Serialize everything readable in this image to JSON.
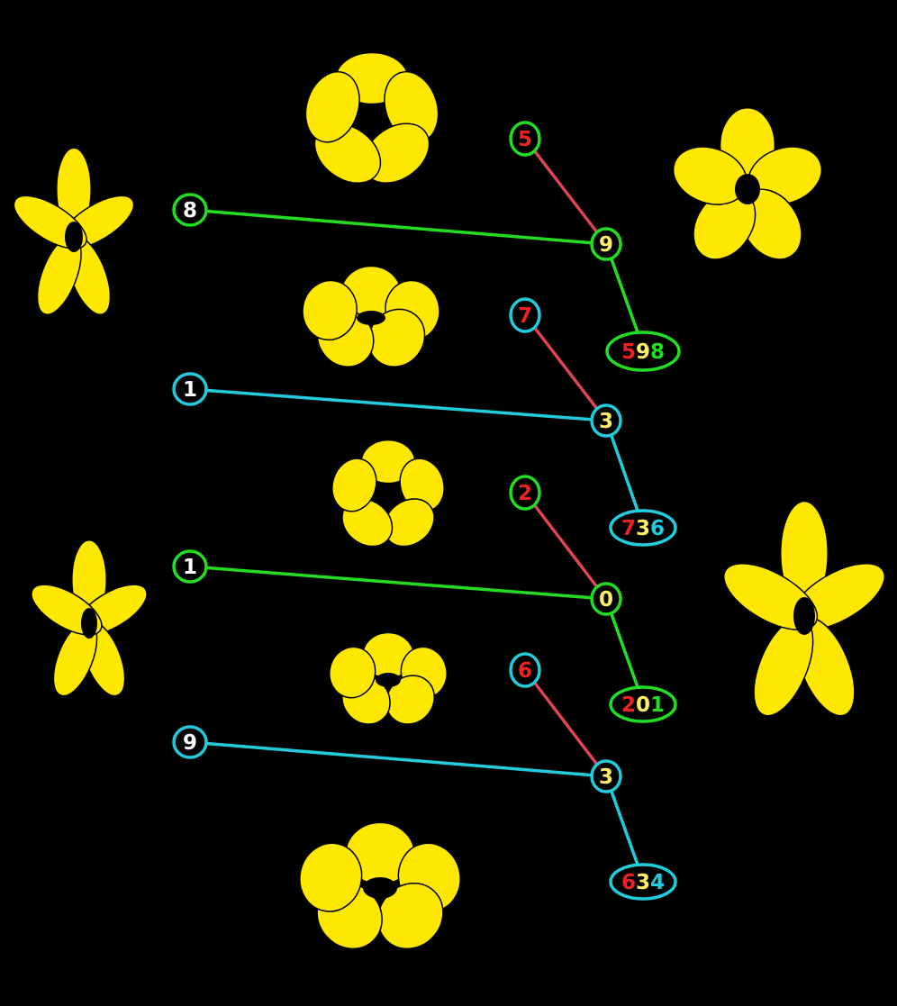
{
  "colors": {
    "background": "#000000",
    "flower_petal": "#FFE800",
    "flower_center": "#000000",
    "green": "#22DD22",
    "cyan": "#22CCDD",
    "red_line": "#DD4455",
    "red_digit": "#EE2222",
    "yellow_digit": "#FFEE66"
  },
  "flowers": [
    {
      "name": "flower-top-center"
    },
    {
      "name": "flower-top-right"
    },
    {
      "name": "flower-top-left"
    },
    {
      "name": "flower-center-wide"
    },
    {
      "name": "flower-center-small"
    },
    {
      "name": "flower-left-lower"
    },
    {
      "name": "flower-right-lower"
    },
    {
      "name": "flower-lower-center"
    },
    {
      "name": "flower-bottom-center"
    }
  ],
  "groups": [
    {
      "color": "green",
      "red_digit": "5",
      "side_digit": "8",
      "middle_digit": "9",
      "result": {
        "d1": "5",
        "d2": "9",
        "d3": "8"
      }
    },
    {
      "color": "cyan",
      "red_digit": "7",
      "side_digit": "1",
      "middle_digit": "3",
      "result": {
        "d1": "7",
        "d2": "3",
        "d3": "6"
      }
    },
    {
      "color": "green",
      "red_digit": "2",
      "side_digit": "1",
      "middle_digit": "0",
      "result": {
        "d1": "2",
        "d2": "0",
        "d3": "1"
      }
    },
    {
      "color": "cyan",
      "red_digit": "6",
      "side_digit": "9",
      "middle_digit": "3",
      "result": {
        "d1": "6",
        "d2": "3",
        "d3": "4"
      }
    }
  ]
}
